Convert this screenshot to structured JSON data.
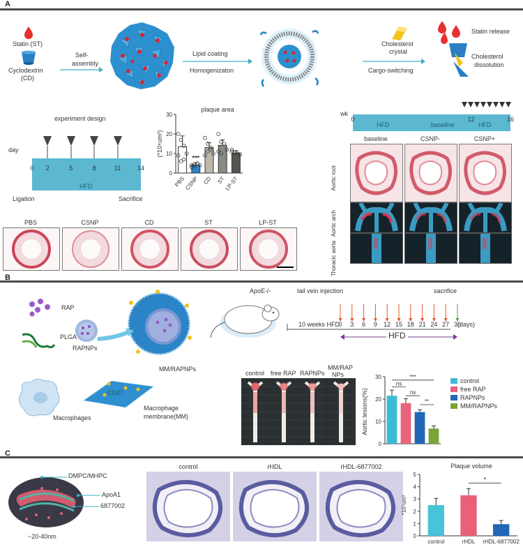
{
  "panels": {
    "a": "A",
    "b": "B",
    "c": "C"
  },
  "panel_a": {
    "statin_label": "Statin (ST)",
    "cd_label_1": "Cyclodextrin",
    "cd_label_2": "(CD)",
    "self_assembly_1": "Self-",
    "self_assembly_2": "assembly",
    "lipid_coating": "Lipid coating",
    "homogenization": "Homogenizaton",
    "crystal_1": "Cholesterol",
    "crystal_2": "crystal",
    "cargo_switching": "Cargo-switching",
    "statin_release": "Statin release",
    "dissolution_1": "Cholesterol",
    "dissolution_2": "dissolution",
    "experiment_design": "experiment design",
    "day_label": "day",
    "day_ticks": [
      "0",
      "2",
      "5",
      "8",
      "11",
      "14"
    ],
    "hfd_label": "HFD",
    "ligation": "Ligation",
    "sacrifice": "Sacrifice",
    "wk_label": "wk",
    "wk_ticks": [
      "0",
      "12",
      "16"
    ],
    "baseline_label": "baseline",
    "hfd_right": "HFD",
    "hfd_left": "HFD",
    "section_labels": [
      "PBS",
      "CSNP",
      "CD",
      "ST",
      "LP-ST"
    ],
    "top_labels": [
      "baseline",
      "CSNP-",
      "CSNP+"
    ],
    "row_labels": [
      [
        "Aortic",
        "root"
      ],
      [
        "Aortic",
        "arch"
      ],
      [
        "Thoracic",
        "aorta"
      ]
    ]
  },
  "panel_b": {
    "rap": "RAP",
    "plga": "PLGA",
    "rapnps": "RAPNPs",
    "mm_rapnps": "MM/RAPNPs",
    "macrophages": "Macrophages",
    "membrane_1": "Macrophage",
    "membrane_2": "membrane(MM)",
    "cd47": "CD47",
    "apoe": "ApoE-/-",
    "injection": "tail vein injection",
    "sacrifice": "sacrifice",
    "weeks_hfd": "10 weeks HFD",
    "timeline_ticks": [
      "0",
      "3",
      "6",
      "9",
      "12",
      "15",
      "18",
      "21",
      "24",
      "27",
      "30"
    ],
    "days": "(days)",
    "hfd": "HFD",
    "photo_labels": [
      "control",
      "free RAP",
      "RAPNPs",
      "MM/RAP",
      "NPs"
    ]
  },
  "panel_c": {
    "dmpc": "DMPC/MHPC",
    "apoa1": "ApoA1",
    "drug": "6877002",
    "size": "~20-40nm",
    "section_labels": [
      "control",
      "rHDL",
      "rHDL-6877002"
    ]
  },
  "chart_data": [
    {
      "type": "bar",
      "title": "plaque area",
      "categories": [
        "PBS",
        "CSNP",
        "CD",
        "ST",
        "LP-ST"
      ],
      "values": [
        13.5,
        4.2,
        13.0,
        14.2,
        10.3
      ],
      "errors": [
        5.5,
        1.0,
        2.5,
        2.8,
        1.2
      ],
      "colors": [
        "#ffffff",
        "#2f80c6",
        "#bdb8ac",
        "#8a8a85",
        "#555552"
      ],
      "ylabel": "(*10⁴um²)",
      "ylim": [
        0,
        30
      ],
      "yticks": [
        "0",
        "10",
        "20",
        "30"
      ],
      "annotations": [
        "***"
      ]
    },
    {
      "type": "bar",
      "title": "",
      "categories": [
        "control",
        "free RAP",
        "RAPNPs",
        "MM/RAPNPs"
      ],
      "values": [
        21.5,
        18.2,
        14.2,
        6.8
      ],
      "errors": [
        2.5,
        2.0,
        1.0,
        1.2
      ],
      "colors": [
        "#3bbcd6",
        "#e8637e",
        "#2167b6",
        "#78a43a"
      ],
      "ylabel": "Aortic lesions(%)",
      "ylim": [
        0,
        30
      ],
      "yticks": [
        "0",
        "10",
        "20",
        "30"
      ],
      "legend": "right",
      "annotations": [
        "ns",
        "ns",
        "***",
        "**"
      ]
    },
    {
      "type": "bar",
      "title": "Plaque volume",
      "categories": [
        "control",
        "rHDL",
        "rHDL-6877002"
      ],
      "values": [
        2.5,
        3.3,
        0.95
      ],
      "errors": [
        0.55,
        0.55,
        0.3
      ],
      "colors": [
        "#49c3d8",
        "#e8607a",
        "#2167b6"
      ],
      "ylabel": "*10⁷um³",
      "ylim": [
        0,
        5
      ],
      "yticks": [
        "0",
        "1",
        "2",
        "3",
        "4",
        "5"
      ],
      "annotations": [
        "*"
      ]
    }
  ]
}
